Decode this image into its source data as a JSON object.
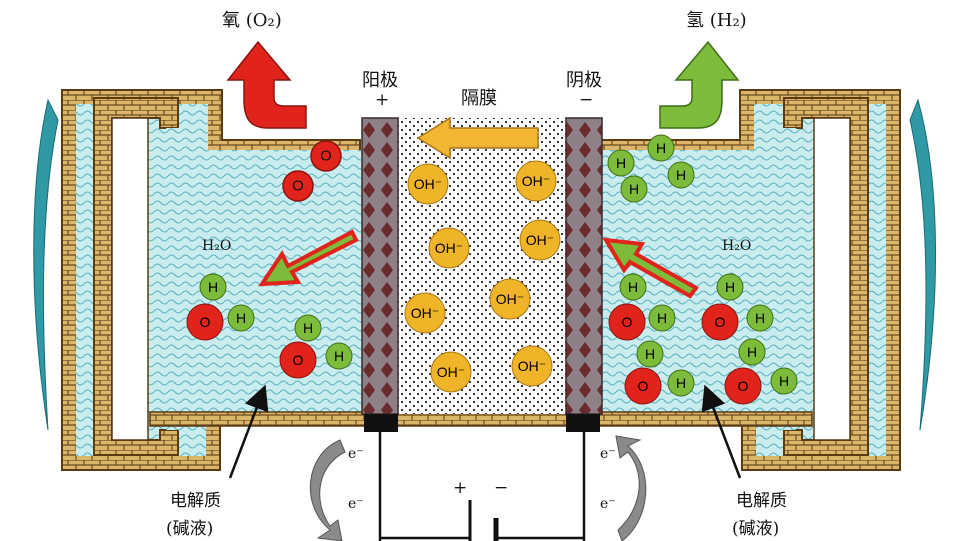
{
  "labels": {
    "oxygen": "氧 (O₂)",
    "hydrogen": "氢 (H₂)",
    "anode": "阳极",
    "anode_sign": "+",
    "cathode": "阴极",
    "cathode_sign": "−",
    "membrane": "隔膜",
    "water_left": "H₂O",
    "water_right": "H₂O",
    "electrolyte_left_1": "电解质",
    "electrolyte_left_2": "(碱液)",
    "electrolyte_right_1": "电解质",
    "electrolyte_right_2": "(碱液)",
    "battery_plus": "+",
    "battery_minus": "−",
    "electron": "e⁻"
  },
  "molecules": {
    "oxygen_atom": "O",
    "hydrogen_atom": "H",
    "hydroxide": "OH⁻"
  },
  "colors": {
    "electrolyte": "#bfe6ea",
    "brick": "#d9b46a",
    "oxygen_arrow": "#e0241b",
    "hydrogen_arrow": "#7dbb3a",
    "hydroxide": "#f0b429",
    "electrode": "#7a5a5e"
  }
}
